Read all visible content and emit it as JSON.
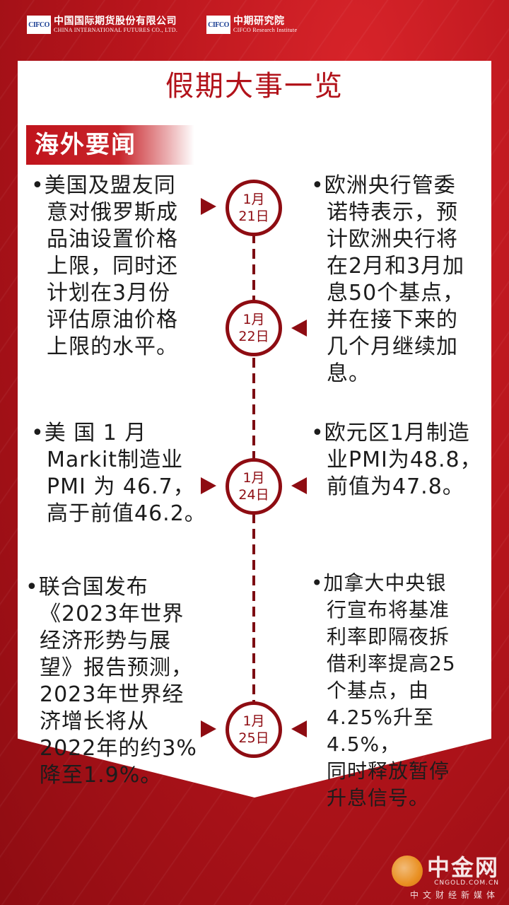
{
  "header": {
    "cifco": {
      "mark": "CIFCO",
      "name_cn": "中国国际期货股份有限公司",
      "name_en": "CHINA INTERNATIONAL FUTURES CO., LTD."
    },
    "research": {
      "mark": "CIFCO",
      "name_cn": "中期研究院",
      "name_en": "CIFCO Research Institute"
    }
  },
  "title": "假期大事一览",
  "section": "海外要闻",
  "dates": [
    {
      "month": "1月",
      "day": "21日"
    },
    {
      "month": "1月",
      "day": "22日"
    },
    {
      "month": "1月",
      "day": "24日"
    },
    {
      "month": "1月",
      "day": "25日"
    }
  ],
  "news": {
    "left_0121": [
      "•美国及盟友同",
      "意对俄罗斯成",
      "品油设置价格",
      "上限，同时还",
      "计划在3月份",
      "评估原油价格",
      "上限的水平。"
    ],
    "right_0122": [
      "•欧洲央行管委",
      "诺特表示，预",
      "计欧洲央行将",
      "在2月和3月加",
      "息50个基点，",
      "并在接下来的",
      "几个月继续加",
      "息。"
    ],
    "left_0124": [
      "•美 国 1 月",
      "Markit制造业",
      "PMI 为 46.7，",
      "高于前值46.2。"
    ],
    "right_0124": [
      "•欧元区1月制造",
      "业PMI为48.8，",
      "前值为47.8。"
    ],
    "left_0125": [
      "•联合国发布",
      "《2023年世界",
      "经济形势与展",
      "望》报告预测，",
      "2023年世界经",
      "济增长将从",
      "2022年的约3%",
      "降至1.9%。"
    ],
    "right_0125": [
      "•加拿大中央银",
      "行宣布将基准",
      "利率即隔夜拆",
      "借利率提高25",
      "个基点，由",
      "4.25%升至4.5%，",
      "同时释放暂停",
      "升息信号。"
    ]
  },
  "watermark": {
    "name": "中金网",
    "domain": "CNGOLD.COM.CN",
    "tagline": "中文财经新媒体"
  },
  "colors": {
    "primary_red": "#b2121a",
    "dark_red": "#8e0c12",
    "panel": "#ffffff"
  }
}
